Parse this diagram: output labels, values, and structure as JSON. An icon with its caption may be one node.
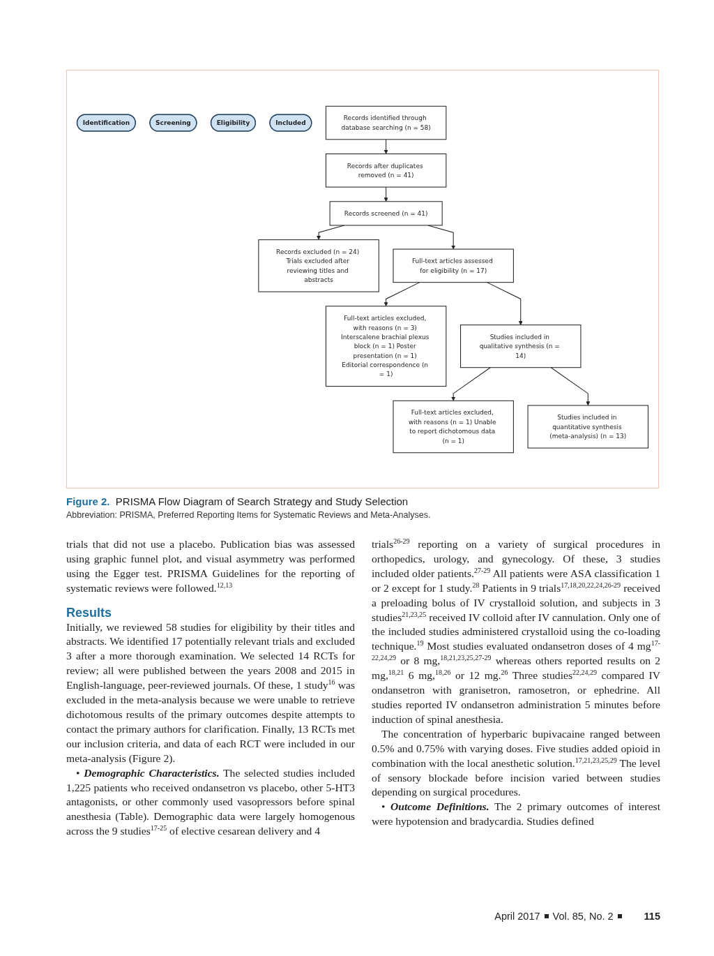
{
  "diagram": {
    "title": "Figure 2. PRISMA Flow Diagram of Search Strategy and Study Selection",
    "caption": "Abbreviation: PRISMA, Preferred Reporting Items for Systematic Reviews and Meta-Analyses.",
    "nodes": [
      {
        "text": [
          "Identification"
        ]
      },
      {
        "text": [
          "Screening"
        ]
      },
      {
        "text": [
          "Eligibility"
        ]
      },
      {
        "text": [
          "Included"
        ]
      },
      {
        "text": [
          "Records identified through database searching (n = 58)"
        ]
      },
      {
        "text": [
          "Records after duplicates removed (n = 41)"
        ]
      },
      {
        "text": [
          "Records screened (n = 41)"
        ]
      },
      {
        "text": [
          "Records excluded (n = 24) Trials excluded after reviewing titles and abstracts"
        ]
      },
      {
        "text": [
          "Full-text articles assessed for eligibility (n = 17)"
        ]
      },
      {
        "text": [
          "Full-text articles excluded, with reasons (n = 3) Interscalene brachial plexus block (n = 1) Poster presentation (n = 1) Editorial correspondence (n = 1)"
        ]
      },
      {
        "text": [
          "Studies included in qualitative synthesis (n = 14)"
        ]
      },
      {
        "text": [
          "Full-text articles excluded, with reasons (n = 1) Unable to report dichotomous data (n = 1)"
        ]
      },
      {
        "text": [
          "Studies included in quantitative synthesis (meta-analysis) (n = 13)"
        ]
      }
    ],
    "edges": [
      {
        "from": 4,
        "to": 5,
        "arrow": "to"
      },
      {
        "from": 5,
        "to": 6,
        "arrow": "to"
      },
      {
        "from": 6,
        "to": 7,
        "arrow": "to"
      },
      {
        "from": 6,
        "to": 8,
        "arrow": "to"
      },
      {
        "from": 8,
        "to": 9,
        "arrow": "to"
      },
      {
        "from": 8,
        "to": 10,
        "arrow": "to"
      },
      {
        "from": 10,
        "to": 11,
        "arrow": "to"
      },
      {
        "from": 10,
        "to": 12,
        "arrow": "to"
      }
    ],
    "labels": [
      "trials that did not use a placebo. Publication bias was assessed using graphic funnel plot, and visual asymmetry was performed using the Egger test. PRISMA Guidelines for the reporting of systematic reviews were followed.$^{12,13}$",
      "Results",
      "Initially, we reviewed 58 studies for eligibility by their titles and abstracts. We identified 17 potentially relevant trials and excluded 3 after a more thorough examination. We selected 14 RCTs for review; all were published between the years 2008 and 2015 in English-language, peer-reviewed journals. Of these, 1 study$^{16}$ was excluded in the meta-analysis because we were unable to retrieve dichotomous results of the primary outcomes despite attempts to contact the primary authors for clarification. Finally, 13 RCTs met our inclusion criteria, and data of each RCT were included in our meta-analysis (Figure 2).",
      "• *Demographic Characteristics.* The selected studies included 1,225 patients who received ondansetron vs placebo, other 5-HT3 antagonists, or other commonly used vasopressors before spinal anesthesia (Table). Demographic data were largely homogenous across the 9 studies$^{17-25}$ of elective cesarean delivery and 4",
      "trials$^{26-29}$ reporting on a variety of surgical procedures in orthopedics, urology, and gynecology. Of these, 3 studies included older patients.$^{27-29}$ All patients were ASA classification 1 or 2 except for 1 study.$^{28}$ Patients in 9 trials$^{17,18,20,22,24,26-29}$ received a preloading bolus of IV crystalloid solution, and subjects in 3 studies$^{21,23,25}$ received IV colloid after IV cannulation. Only one of the included studies administered crystalloid using the co-loading technique.$^{19}$ Most studies evaluated ondansetron doses of 4 mg$^{17-22,24,29}$ or 8 mg,$^{18,21,23,25,27-29}$ whereas others reported results on 2 mg,$^{18,21}$ 6 mg,$^{18,26}$ or 12 mg.$^{26}$ Three studies$^{22,24,29}$ compared IV ondansetron with granisetron, ramosetron, or ephedrine. All studies reported IV ondansetron administration 5 minutes before induction of spinal anesthesia.",
      "The concentration of hyperbaric bupivacaine ranged between 0.5% and 0.75% with varying doses. Five studies added opioid in combination with the local anesthetic solution.$^{17,21,23,25,29}$ The level of sensory blockade before incision varied between studies depending on surgical procedures.",
      "• *Outcome Definitions.* The 2 primary outcomes of interest were hypotension and bradycardia. Studies defined",
      "April 2017",
      "Vol. 85, No. 2",
      "115"
    ]
  }
}
